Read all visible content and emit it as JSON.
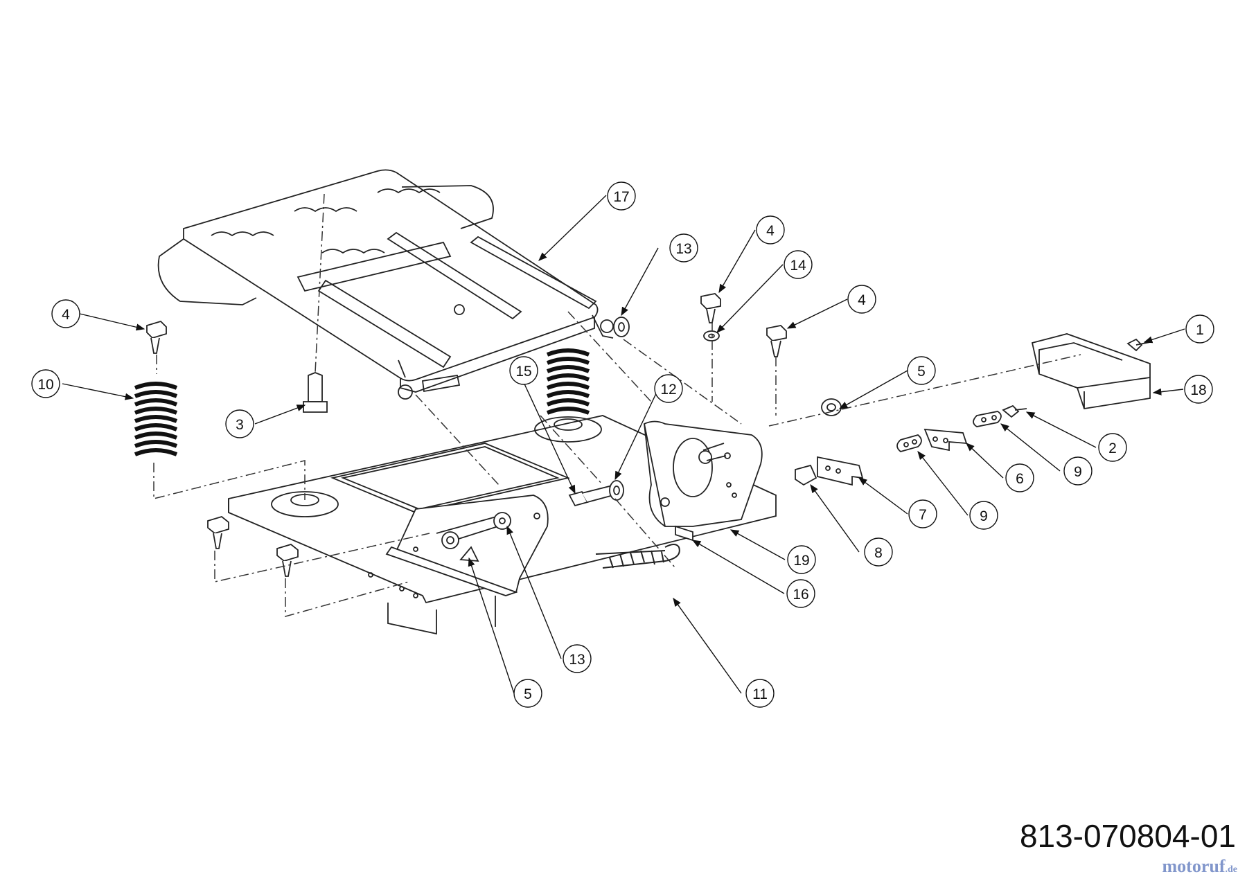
{
  "diagram_number": "813-070804-01",
  "watermark": {
    "main": "motoruf",
    "sub": ".de",
    "color": "#3f5fb0"
  },
  "callouts": [
    {
      "id": "c17",
      "label": "17"
    },
    {
      "id": "c13a",
      "label": "13"
    },
    {
      "id": "c4a",
      "label": "4"
    },
    {
      "id": "c14",
      "label": "14"
    },
    {
      "id": "c4b",
      "label": "4"
    },
    {
      "id": "c1",
      "label": "1"
    },
    {
      "id": "c18",
      "label": "18"
    },
    {
      "id": "c4c",
      "label": "4"
    },
    {
      "id": "c10",
      "label": "10"
    },
    {
      "id": "c15",
      "label": "15"
    },
    {
      "id": "c12",
      "label": "12"
    },
    {
      "id": "c5a",
      "label": "5"
    },
    {
      "id": "c3",
      "label": "3"
    },
    {
      "id": "c2",
      "label": "2"
    },
    {
      "id": "c9a",
      "label": "9"
    },
    {
      "id": "c6",
      "label": "6"
    },
    {
      "id": "c7",
      "label": "7"
    },
    {
      "id": "c9b",
      "label": "9"
    },
    {
      "id": "c8",
      "label": "8"
    },
    {
      "id": "c19",
      "label": "19"
    },
    {
      "id": "c16",
      "label": "16"
    },
    {
      "id": "c13b",
      "label": "13"
    },
    {
      "id": "c11",
      "label": "11"
    },
    {
      "id": "c5b",
      "label": "5"
    }
  ]
}
